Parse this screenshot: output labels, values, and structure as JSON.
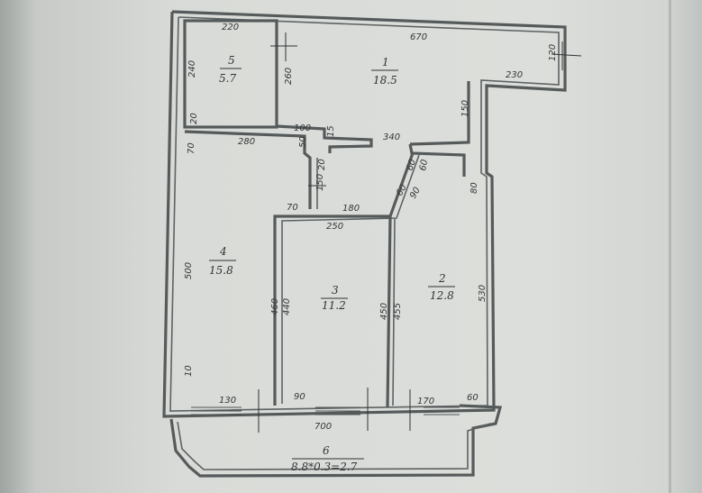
{
  "plan": {
    "rooms": [
      {
        "id": "room-1",
        "number": "1",
        "area": "18.5"
      },
      {
        "id": "room-2",
        "number": "2",
        "area": "12.8"
      },
      {
        "id": "room-3",
        "number": "3",
        "area": "11.2"
      },
      {
        "id": "room-4",
        "number": "4",
        "area": "15.8"
      },
      {
        "id": "room-5",
        "number": "5",
        "area": "5.7"
      },
      {
        "id": "room-6",
        "number": "6",
        "area": "8.8*0.3=2.7"
      }
    ],
    "dimensions": {
      "d220": "220",
      "d670": "670",
      "d120": "120",
      "d240": "240",
      "d260": "260",
      "d230": "230",
      "d20a": "20",
      "d150": "150",
      "d100": "100",
      "d15": "15",
      "d340": "340",
      "d280": "280",
      "d50": "50",
      "d20b": "20",
      "d60a": "60",
      "d60b": "60",
      "d70a": "70",
      "d150b": "150",
      "d60c": "60",
      "d90a": "90",
      "d80": "80",
      "d70b": "70",
      "d180": "180",
      "d250": "250",
      "d500": "500",
      "d460": "460",
      "d440": "440",
      "d450": "450",
      "d455": "455",
      "d530": "530",
      "d10": "10",
      "d130": "130",
      "d90b": "90",
      "d170": "170",
      "d60d": "60",
      "d700": "700"
    }
  }
}
